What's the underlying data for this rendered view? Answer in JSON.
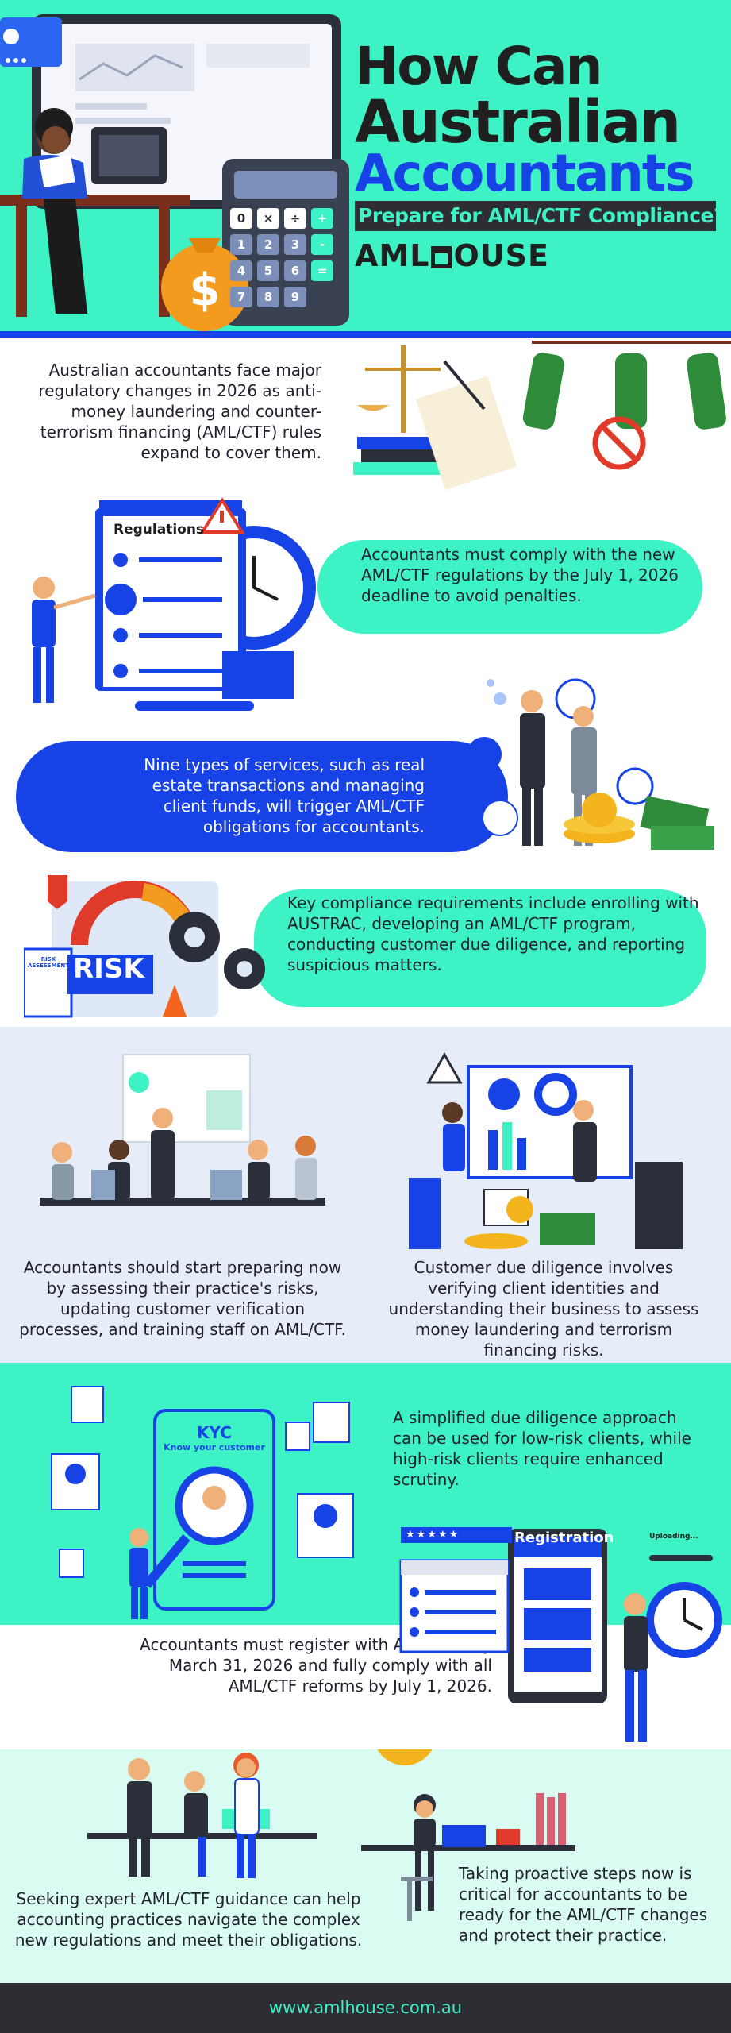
{
  "header": {
    "title_line1": "How Can",
    "title_line2": "Australian",
    "title_line3": "Accountants",
    "subtitle": "Prepare for AML/CTF Compliance?",
    "logo_text_left": "AML",
    "logo_text_right": "OUSE",
    "calculator_keys": [
      "0",
      "×",
      "÷",
      "+",
      "1",
      "2",
      "3",
      "-",
      "4",
      "5",
      "6",
      "=",
      "7",
      "8",
      "9"
    ],
    "moneybag_symbol": "$"
  },
  "section1": {
    "text": "Australian accountants face major regulatory changes in 2026 as anti-money laundering and counter-terrorism financing (AML/CTF) rules expand to cover them."
  },
  "section2": {
    "clipboard_title": "Regulations",
    "text": "Accountants must comply with the new AML/CTF regulations by the July 1, 2026 deadline to avoid penalties."
  },
  "section3": {
    "text": "Nine types of services, such as real estate transactions and managing client funds, will trigger AML/CTF obligations for accountants."
  },
  "section4": {
    "risk_label": "RISK",
    "risk_assessment_label": "RISK ASSESSMENT",
    "text": "Key compliance requirements include enrolling with AUSTRAC, developing an AML/CTF program, conducting customer due diligence, and reporting suspicious matters."
  },
  "section5": {
    "left_text": "Accountants should start preparing now by assessing their practice's risks, updating customer verification processes, and training staff on AML/CTF.",
    "right_text": "Customer due diligence involves verifying client identities and understanding their business to assess money laundering and terrorism financing risks."
  },
  "section6": {
    "kyc_title": "KYC",
    "kyc_subtitle": "Know your customer",
    "text": "A simplified due diligence approach can be used for low-risk clients, while high-risk clients require enhanced scrutiny.",
    "registration_title": "Registration",
    "uploading_label": "Uploading...",
    "stars": "★★★★★"
  },
  "section7": {
    "text": "Accountants must register with AUSTRAC by March 31, 2026 and fully comply with all AML/CTF reforms by July 1, 2026."
  },
  "section8": {
    "left_text": "Seeking expert AML/CTF guidance can help accounting practices navigate the complex new regulations and meet their obligations.",
    "right_text": "Taking proactive steps now is critical for accountants to be ready for the AML/CTF changes and protect their practice."
  },
  "footer": {
    "url": "www.amlhouse.com.au"
  },
  "colors": {
    "mint": "#3df2c4",
    "blue": "#1742e6",
    "dark": "#2d2d33",
    "lavender": "#e6ecf8",
    "pale_mint": "#d9fbf1"
  }
}
